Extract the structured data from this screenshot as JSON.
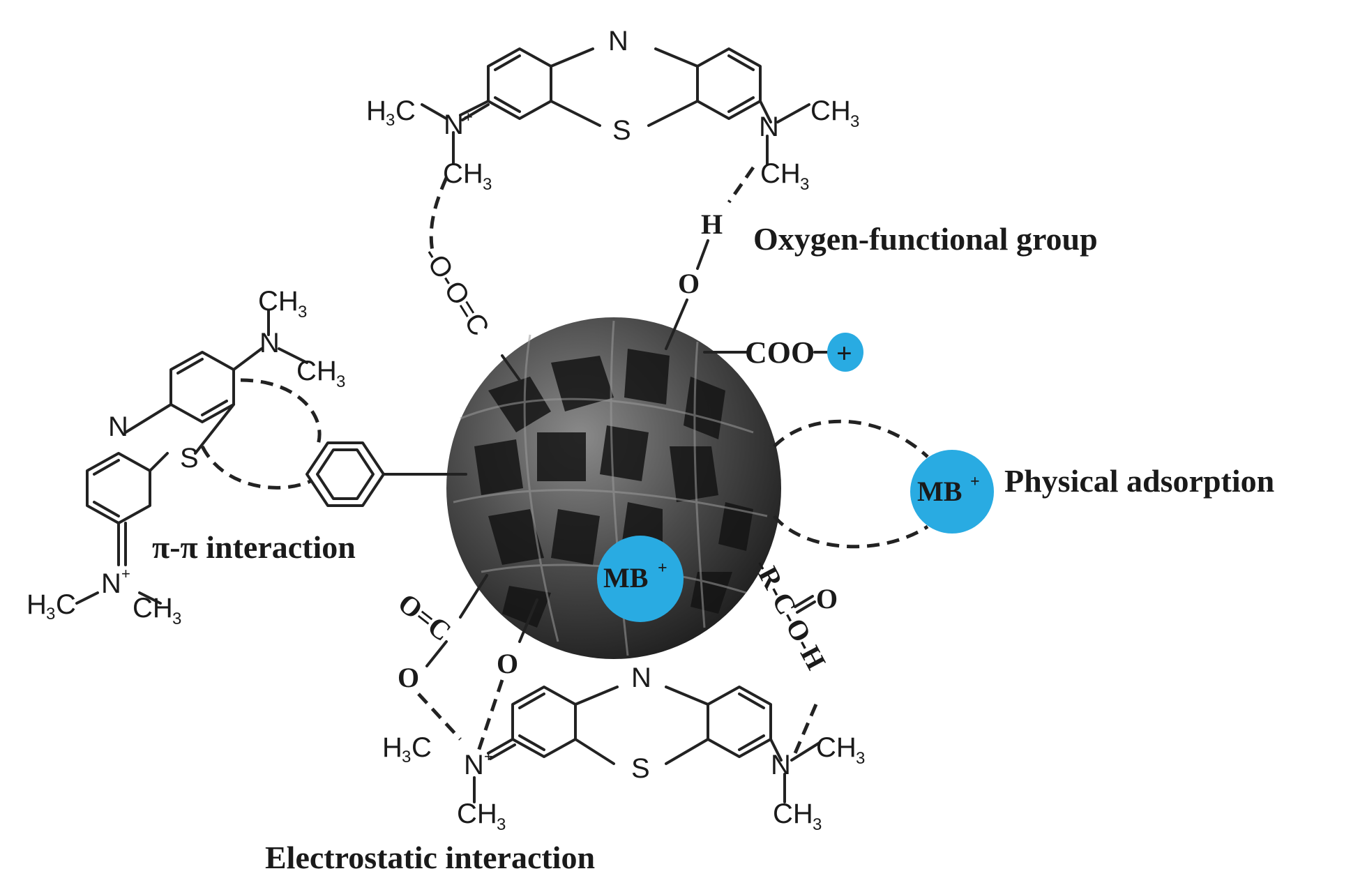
{
  "labels": {
    "oxygen_group": "Oxygen-functional group",
    "pi_pi": "π-π interaction",
    "physical": "Physical adsorption",
    "electrostatic": "Electrostatic interaction"
  },
  "particles": {
    "mb_label": "MB",
    "mb_sup": "+",
    "cation_symbol": "+"
  },
  "chem": {
    "n": "N",
    "s": "S",
    "h": "H",
    "o": "O",
    "c": "C",
    "coo": "COO",
    "h3c": "H",
    "ch3": "CH",
    "three": "3",
    "nplus": "N",
    "plus": "+",
    "ooc": "-O-O=C",
    "rcoh": "-R-C-O-H",
    "oc": "O=C"
  },
  "colors": {
    "cation_blue": "#29abe2",
    "particle_dark": "#3a3a3a",
    "text": "#1a1a1a"
  }
}
